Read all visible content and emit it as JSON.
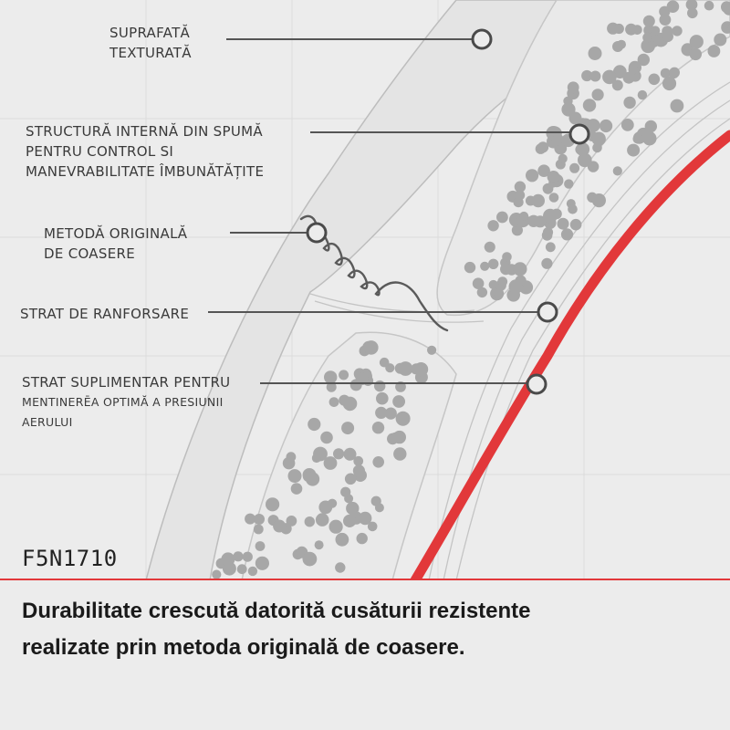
{
  "labels": {
    "textured_surface": [
      "SUPRAFATĂ",
      "TEXTURATĂ"
    ],
    "foam_structure": [
      "STRUCTURĂ INTERNĂ DIN SPUMĂ",
      "PENTRU CONTROL SI",
      "MANEVRABILITATE ÎMBUNĂTĂȚITE"
    ],
    "stitching_method": [
      "METODĂ ORIGINALĂ",
      "DE COASERE"
    ],
    "reinforcement": [
      "STRAT DE RANFORSARE"
    ],
    "air_pressure": [
      "STRAT SUPLIMENTAR PENTRU",
      "MENTINERĒA OPTIMĂ A PRESIUNII",
      "AERULUI"
    ]
  },
  "product_code": "F5N1710",
  "caption": [
    "Durabilitate crescută datorită cusăturii rezistente",
    "realizate prin metoda originală de coasere."
  ],
  "colors": {
    "accent_red": "#e2383a",
    "dot_gray": "#a7a7a7",
    "text_dark": "#1a1a1a"
  }
}
